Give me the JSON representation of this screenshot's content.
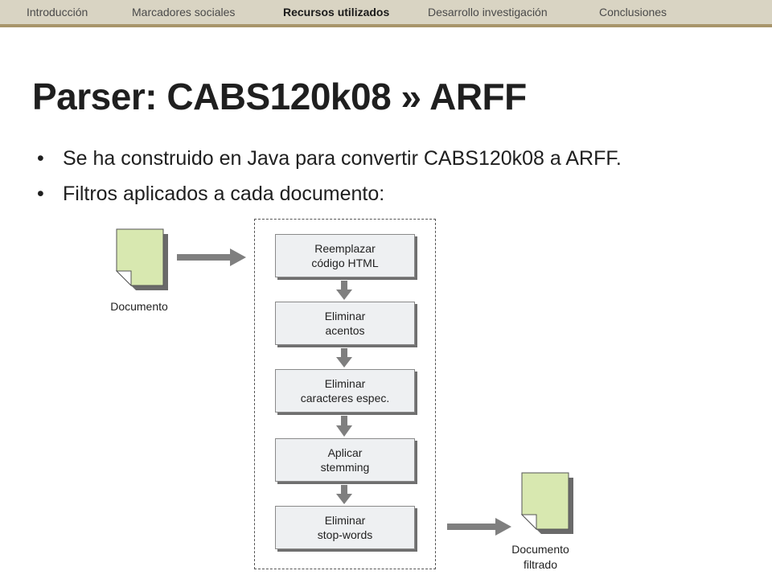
{
  "nav": {
    "items": [
      {
        "label": "Introducción",
        "active": false
      },
      {
        "label": "Marcadores sociales",
        "active": false
      },
      {
        "label": "Recursos utilizados",
        "active": true
      },
      {
        "label": "Desarrollo investigación",
        "active": false
      },
      {
        "label": "Conclusiones",
        "active": false
      }
    ]
  },
  "slide": {
    "title": "Parser: CABS120k08 » ARFF",
    "bullets": [
      "Se ha construido en Java para convertir CABS120k08 a ARFF.",
      "Filtros aplicados a cada documento:"
    ],
    "bullet_glyph": "•"
  },
  "diagram": {
    "input_label": "Documento",
    "output_label_line1": "Documento",
    "output_label_line2": "filtrado",
    "steps": [
      {
        "line1": "Reemplazar",
        "line2": "código HTML"
      },
      {
        "line1": "Eliminar",
        "line2": "acentos"
      },
      {
        "line1": "Eliminar",
        "line2": "caracteres espec."
      },
      {
        "line1": "Aplicar",
        "line2": "stemming"
      },
      {
        "line1": "Eliminar",
        "line2": "stop-words"
      }
    ],
    "colors": {
      "document_fill": "#d8e8b0",
      "arrow": "#7f7f7f",
      "box_fill": "#eef0f2"
    }
  }
}
